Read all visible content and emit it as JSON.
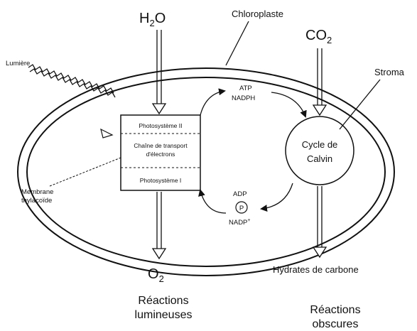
{
  "labels": {
    "h2o": "H",
    "h2o_sub": "2",
    "h2o_tail": "O",
    "chloroplaste": "Chloroplaste",
    "co2": "CO",
    "co2_sub": "2",
    "lumiere": "Lumière",
    "stroma": "Stroma",
    "atp": "ATP",
    "nadph": "NADPH",
    "photosysteme_ii": "Photosystème II",
    "chaine_line1": "Chaîne de transport",
    "chaine_line2": "d'électrons",
    "photosysteme_i": "Photosystème I",
    "cycle_line1": "Cycle de",
    "cycle_line2": "Calvin",
    "membrane_line1": "Membrane",
    "membrane_line2": "thylacoïde",
    "adp": "ADP",
    "phosphate": "P",
    "nadp": "NADP",
    "nadp_sup": "+",
    "o2": "O",
    "o2_sub": "2",
    "hydrates": "Hydrates de carbone",
    "reactions_lum_line1": "Réactions",
    "reactions_lum_line2": "lumineuses",
    "reactions_obs_line1": "Réactions",
    "reactions_obs_line2": "obscures"
  }
}
